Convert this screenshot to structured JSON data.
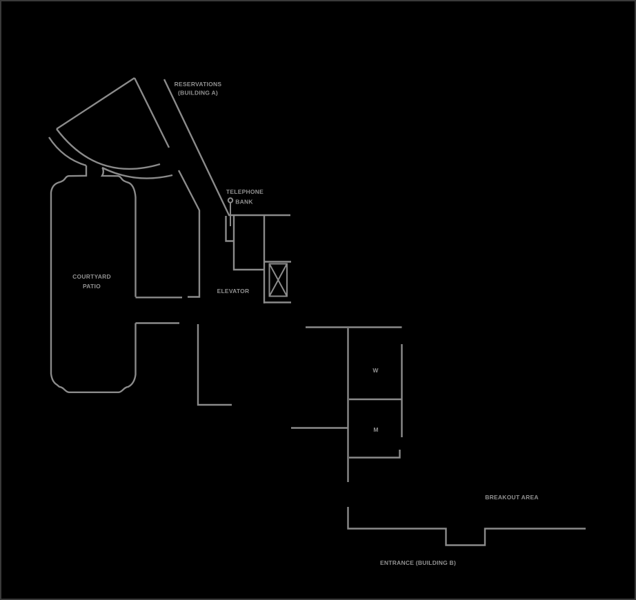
{
  "plan": {
    "labels": {
      "reservations_line1": "RESERVATIONS",
      "reservations_line2": "(BUILDING A)",
      "telephone_line1": "TELEPHONE",
      "telephone_line2": "BANK",
      "courtyard_line1": "COURTYARD",
      "courtyard_line2": "PATIO",
      "elevator": "ELEVATOR",
      "restroom_women": "W",
      "restroom_men": "M",
      "breakout_area": "BREAKOUT AREA",
      "entrance": "ENTRANCE (BUILDING B)"
    },
    "colors": {
      "background": "#000000",
      "wall_line": "#8b8b8b",
      "label_text": "#919191",
      "frame_border": "#3a3a3a"
    }
  }
}
